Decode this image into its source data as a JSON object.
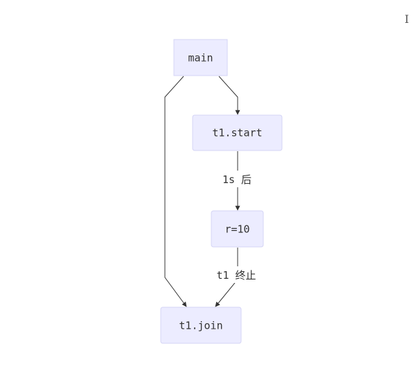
{
  "nodes": {
    "main": "main",
    "t1_start": "t1.start",
    "r10": "r=10",
    "t1_join": "t1.join"
  },
  "edges": {
    "start_to_r": "1s 后",
    "r_to_join": "t1 终止"
  },
  "cursor": "I",
  "colors": {
    "node_fill": "#ececff",
    "node_stroke": "#d4d4f5",
    "edge": "#333333"
  }
}
